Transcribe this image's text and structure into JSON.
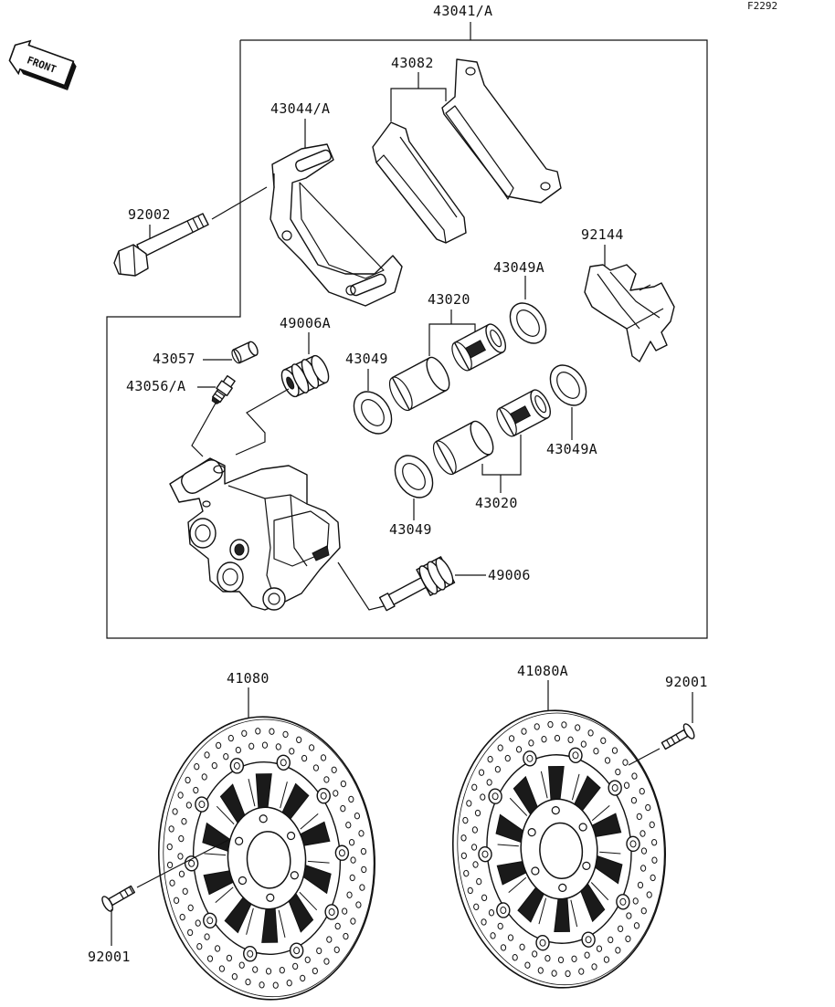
{
  "figure_code": "F2292",
  "front_label": "FRONT",
  "labels": {
    "assembly": "43041/A",
    "pads": "43082",
    "bracket": "43044/A",
    "bolt": "92002",
    "spring": "92144",
    "seal_a_top": "43049A",
    "piston_top": "43020",
    "boot_a": "49006A",
    "cap": "43057",
    "bleeder": "43056/A",
    "seal_left": "43049",
    "seal_a_right": "43049A",
    "piston_bottom": "43020",
    "seal_bottom": "43049",
    "boot": "49006",
    "disc_left": "41080",
    "disc_right": "41080A",
    "screw_right": "92001",
    "screw_left": "92001"
  }
}
